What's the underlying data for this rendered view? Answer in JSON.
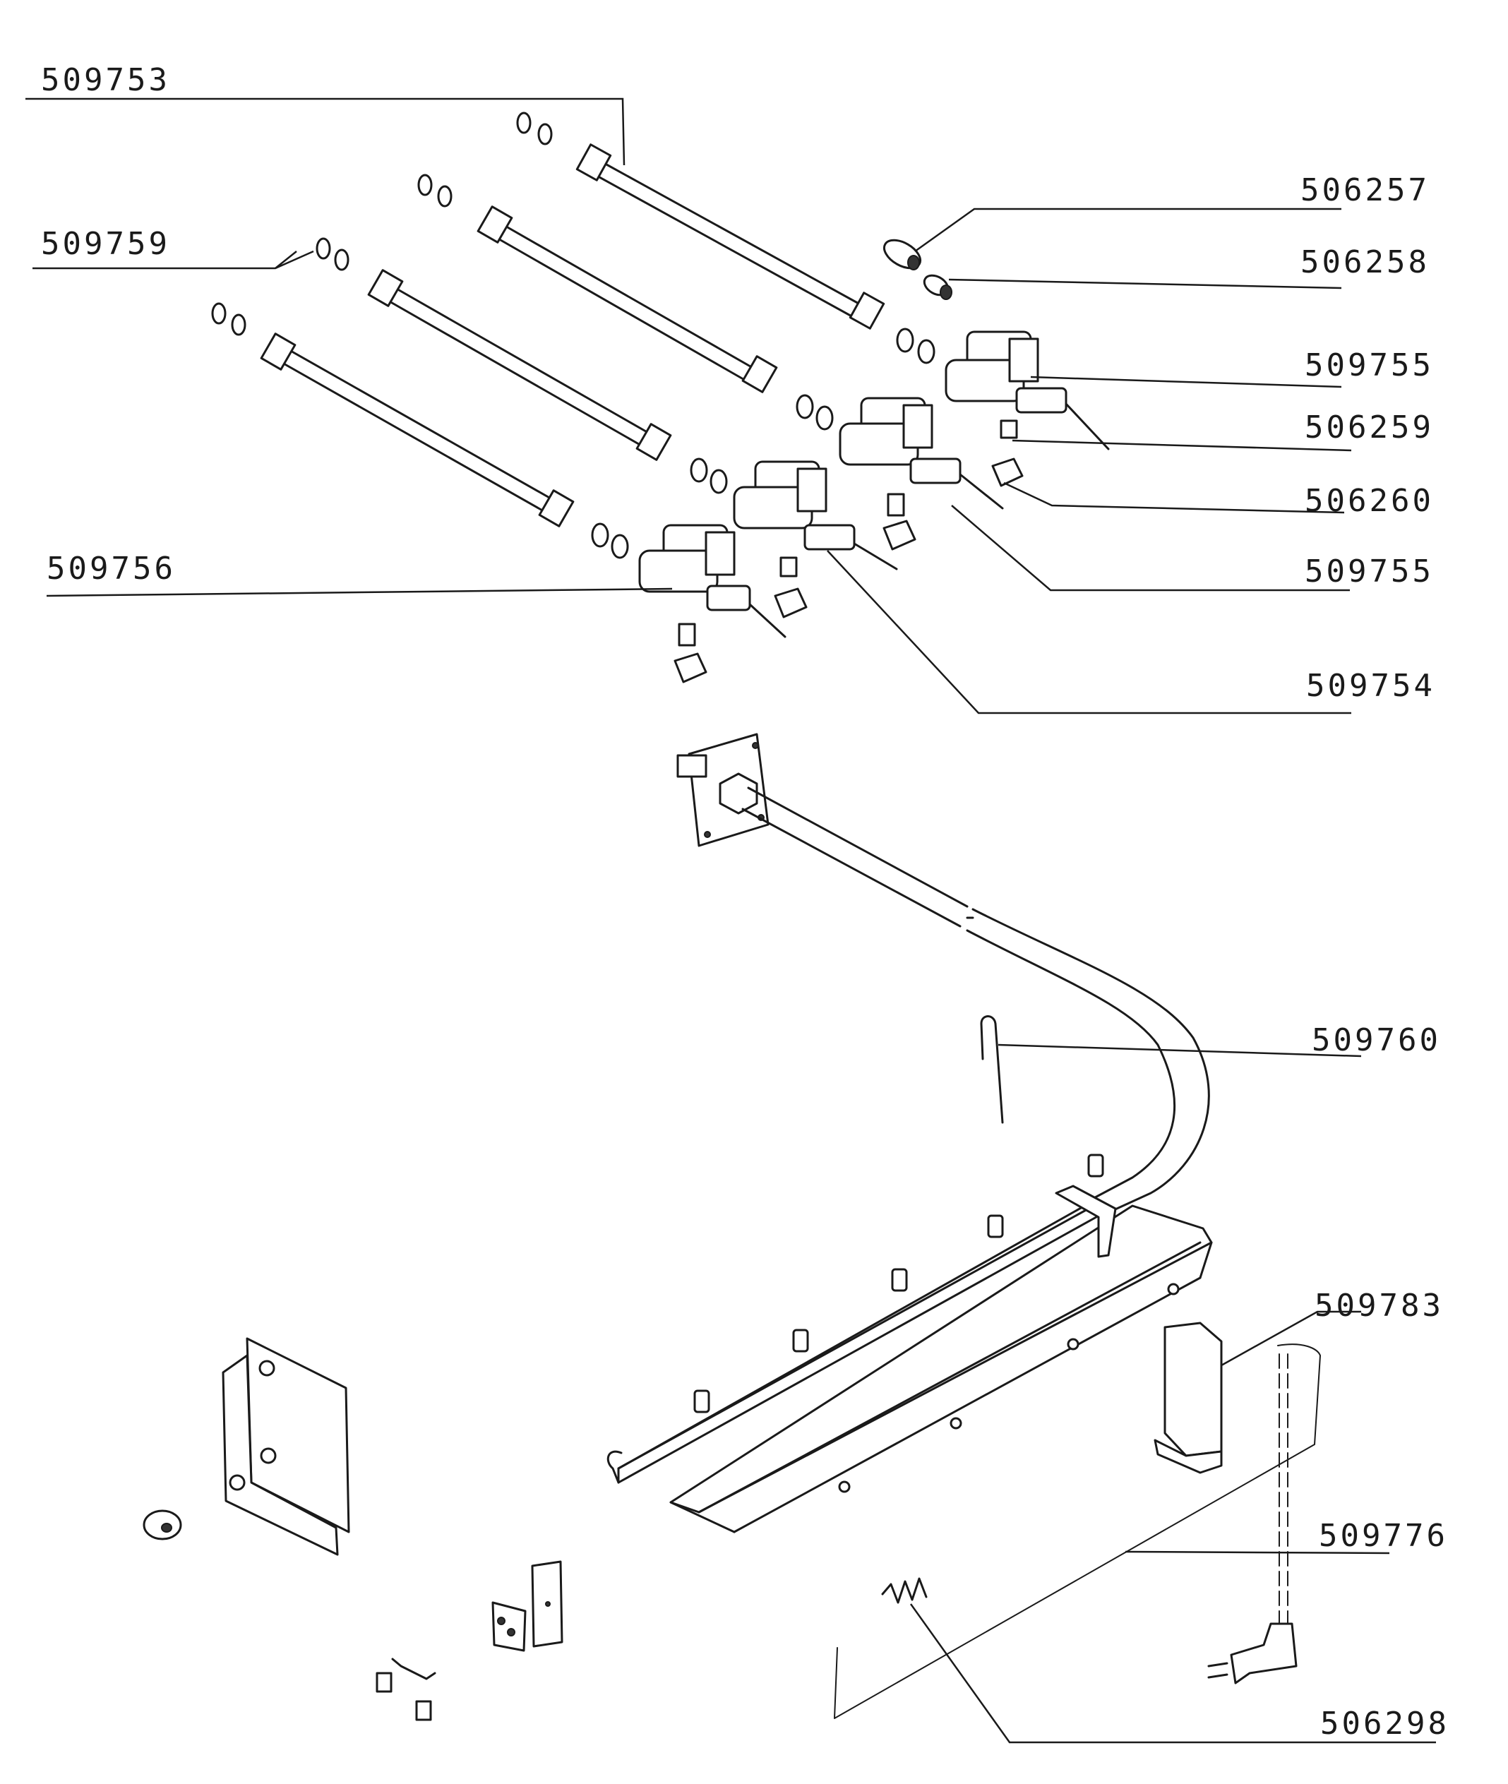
{
  "labels": {
    "p509753": "509753",
    "p509759": "509759",
    "p509756": "509756",
    "p506257": "506257",
    "p506258": "506258",
    "p509755_a": "509755",
    "p506259": "506259",
    "p506260": "506260",
    "p509755_b": "509755",
    "p509754": "509754",
    "p509760": "509760",
    "p509783": "509783",
    "p509776": "509776",
    "p506298": "506298"
  }
}
